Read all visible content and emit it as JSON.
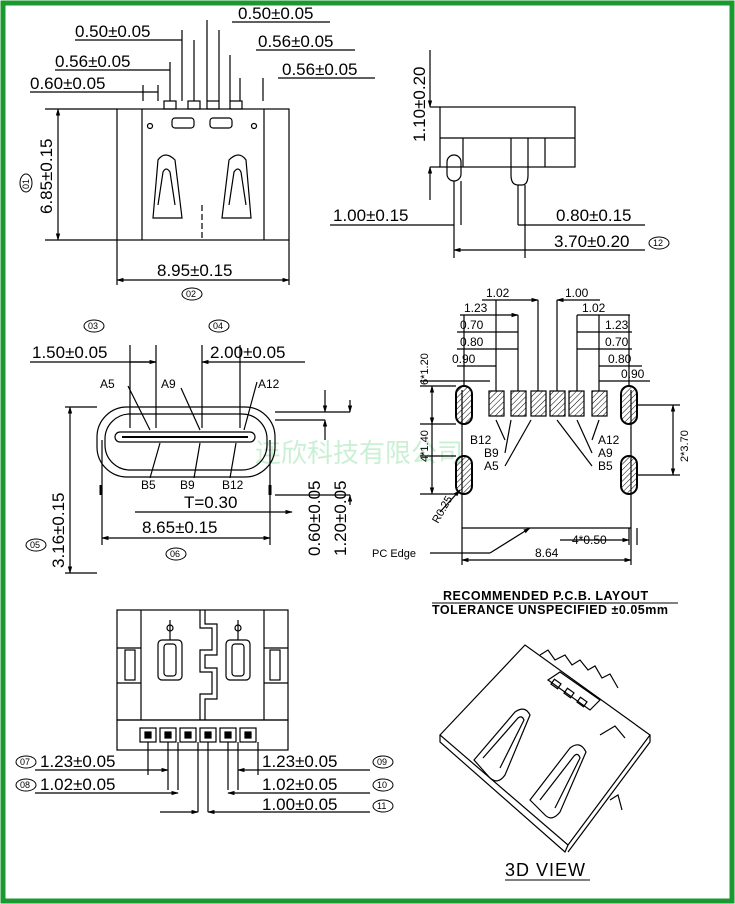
{
  "colors": {
    "frame": "#1a9a2e",
    "line": "#000000",
    "watermark": "#7fd89a"
  },
  "watermark": "连欣科技有限公司",
  "top_view": {
    "dims": {
      "d050_right": "0.50±0.05",
      "d050_left": "0.50±0.05",
      "d056_a": "0.56±0.05",
      "d056_b": "0.56±0.05",
      "d056_c": "0.56±0.05",
      "d060": "0.60±0.05",
      "height": "6.85±0.15",
      "width": "8.95±0.15"
    },
    "callouts": {
      "c01": "01",
      "c02": "02"
    }
  },
  "side_view": {
    "dims": {
      "height": "1.10±0.20",
      "left": "1.00±0.15",
      "right": "0.80±0.15",
      "total": "3.70±0.20"
    },
    "callouts": {
      "c12": "12"
    }
  },
  "front_view": {
    "dims": {
      "left": "1.50±0.05",
      "right": "2.00±0.05",
      "thickness": "T=0.30",
      "width": "8.65±0.15",
      "height_left": "3.16±0.15",
      "d060": "0.60±0.05",
      "d120": "1.20±0.05"
    },
    "pins": {
      "a5": "A5",
      "a9": "A9",
      "a12": "A12",
      "b5": "B5",
      "b9": "B9",
      "b12": "B12"
    },
    "callouts": {
      "c03": "03",
      "c04": "04",
      "c05": "05",
      "c06": "06"
    }
  },
  "pcb_layout": {
    "top_dims": [
      "1.02",
      "1.00",
      "1.23",
      "1.02",
      "0.70",
      "1.23",
      "0.80",
      "0.70",
      "0.90",
      "0.80",
      "0.90"
    ],
    "side": {
      "pads": "6*1.20",
      "slots": "4*1.40",
      "right": "2*3.70",
      "radius": "R0.25"
    },
    "bottom": {
      "pitch": "4*0.50",
      "width": "8.64"
    },
    "pins_left": [
      "B12",
      "B9",
      "A5"
    ],
    "pins_right": [
      "A12",
      "A9",
      "B5"
    ],
    "pc_edge": "PC Edge",
    "title_line1": "RECOMMENDED   P.C.B.  LAYOUT",
    "title_line2": "TOLERANCE  UNSPECIFIED  ±0.05mm"
  },
  "bottom_view": {
    "dims": {
      "l123": "1.23±0.05",
      "l102": "1.02±0.05",
      "r123": "1.23±0.05",
      "r102": "1.02±0.05",
      "r100": "1.00±0.05"
    },
    "callouts": {
      "c07": "07",
      "c08": "08",
      "c09": "09",
      "c10": "10",
      "c11": "11"
    }
  },
  "view_3d": {
    "label": "3D  VIEW"
  }
}
